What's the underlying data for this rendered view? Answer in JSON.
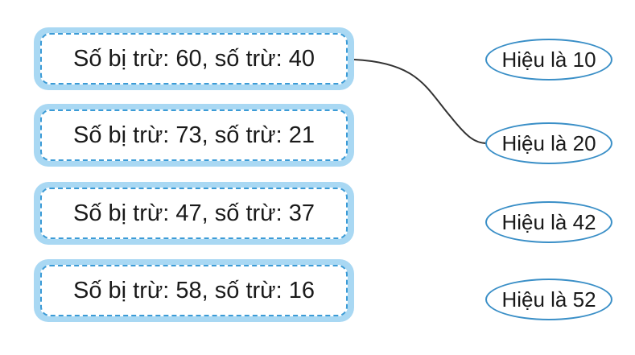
{
  "left_boxes": [
    {
      "label": "Số bị trừ: 60, số trừ: 40"
    },
    {
      "label": "Số bị trừ: 73, số trừ: 21"
    },
    {
      "label": "Số bị trừ: 47, số trừ: 37"
    },
    {
      "label": "Số bị trừ: 58, số trừ: 16"
    }
  ],
  "right_ovals": [
    {
      "label": "Hiệu là 10"
    },
    {
      "label": "Hiệu là 20"
    },
    {
      "label": "Hiệu là 42"
    },
    {
      "label": "Hiệu là 52"
    }
  ],
  "connections": [
    {
      "from": "Số bị trừ: 60, số trừ: 40",
      "to": "Hiệu là 20"
    }
  ],
  "colors": {
    "card_fill": "#a9d8f3",
    "card_dash": "#3b9bd6",
    "oval_border": "#3a8fc7",
    "line": "#333333"
  }
}
